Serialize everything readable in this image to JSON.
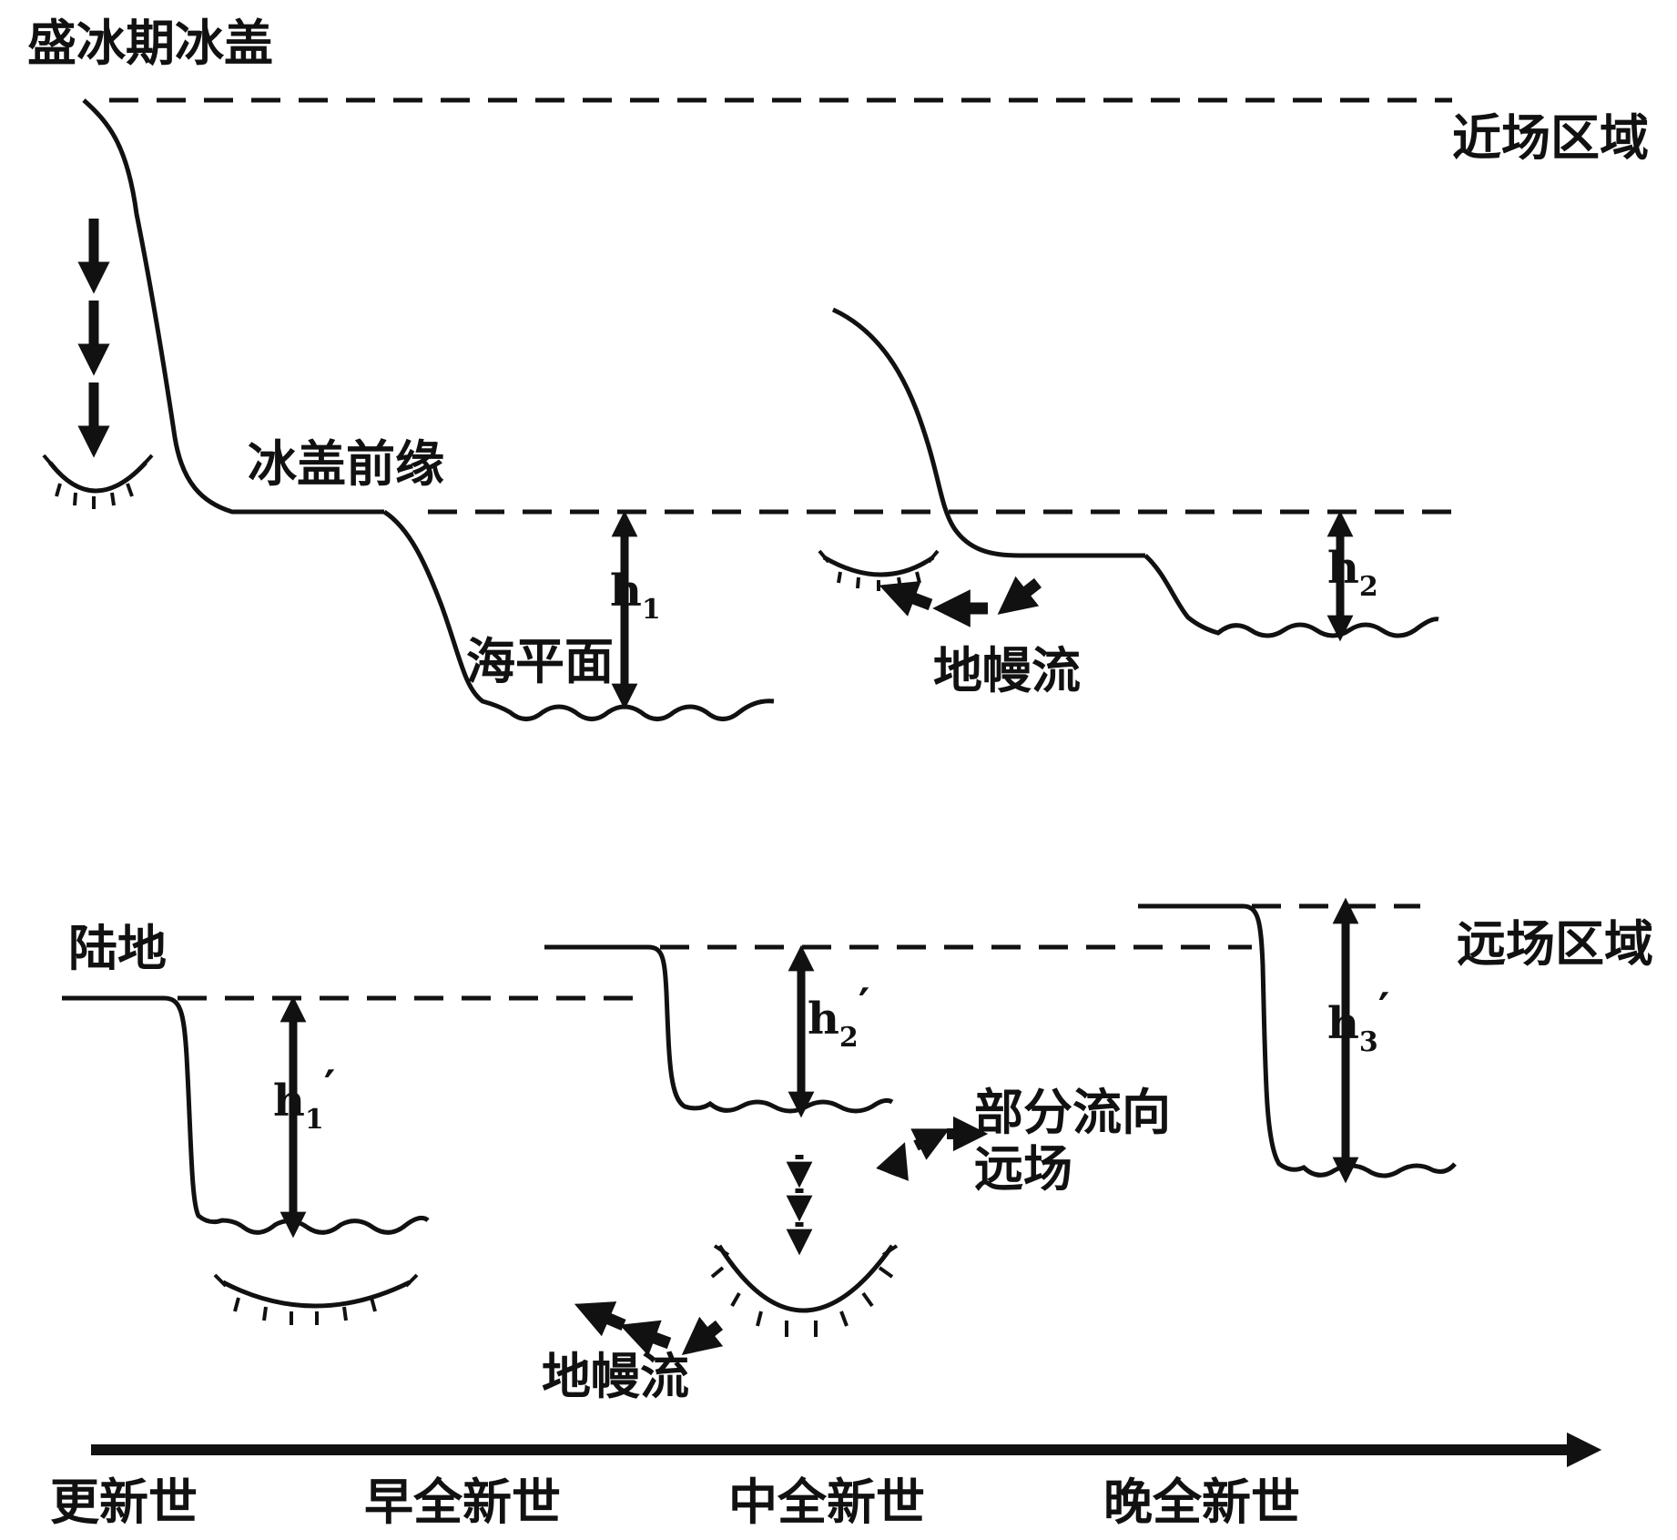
{
  "labels": {
    "ice_sheet_glacial_max": "盛冰期冰盖",
    "near_field": "近场区域",
    "ice_front": "冰盖前缘",
    "sea_level": "海平面",
    "mantle_flow_top": "地幔流",
    "land": "陆地",
    "far_field": "远场区域",
    "partial_flow_line1": "部分流向",
    "partial_flow_line2": "远场",
    "mantle_flow_bottom": "地幔流"
  },
  "heights": {
    "h1": {
      "base": "h",
      "sub": "1",
      "prime": ""
    },
    "h2": {
      "base": "h",
      "sub": "2",
      "prime": ""
    },
    "h1p": {
      "base": "h",
      "sub": "1",
      "prime": "′"
    },
    "h2p": {
      "base": "h",
      "sub": "2",
      "prime": "′"
    },
    "h3p": {
      "base": "h",
      "sub": "3",
      "prime": "′"
    }
  },
  "timeline": {
    "periods": [
      "更新世",
      "早全新世",
      "中全新世",
      "晚全新世"
    ]
  },
  "colors": {
    "ink": "#111111",
    "background": "#ffffff"
  }
}
